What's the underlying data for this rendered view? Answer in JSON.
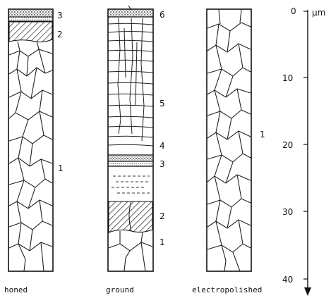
{
  "columns": {
    "honed": {
      "caption": "honed",
      "layer_labels": [
        "3",
        "2",
        "1"
      ]
    },
    "ground": {
      "caption": "ground",
      "layer_labels": [
        "6",
        "5",
        "4",
        "3",
        "2",
        "1"
      ]
    },
    "electropolished": {
      "caption": "electropolished",
      "layer_labels": [
        "1"
      ]
    }
  },
  "scale": {
    "unit": "μm",
    "ticks": [
      "0",
      "10",
      "20",
      "30",
      "40"
    ]
  }
}
